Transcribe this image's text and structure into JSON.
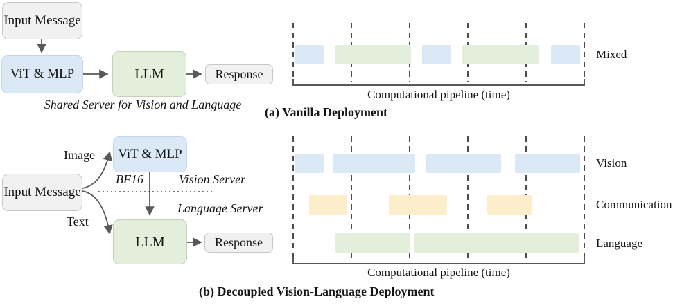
{
  "colors": {
    "vision": "#dbe9f6",
    "language": "#e3efdb",
    "communication": "#fdeecb",
    "box_gray": "#f0f1f0",
    "border_gray": "#c6c8c7",
    "border_blue": "#c3d7ec",
    "border_green": "#c4cfbc",
    "line": "#595959",
    "dash": "#4d4d4d",
    "text": "#141414"
  },
  "panel_a": {
    "caption": "(a) Vanilla Deployment",
    "flow": {
      "input_label": "Input Message",
      "vit_label": "ViT & MLP",
      "llm_label": "LLM",
      "response_label": "Response",
      "note": "Shared Server for Vision  and Language"
    },
    "timeline": {
      "row_label": "Mixed",
      "axis_label": "Computational pipeline (time)",
      "blocks": [
        {
          "kind": "vision",
          "start": 0.007,
          "len": 0.098
        },
        {
          "kind": "language",
          "start": 0.145,
          "len": 0.26
        },
        {
          "kind": "vision",
          "start": 0.443,
          "len": 0.1
        },
        {
          "kind": "language",
          "start": 0.581,
          "len": 0.264
        },
        {
          "kind": "vision",
          "start": 0.886,
          "len": 0.1
        }
      ]
    }
  },
  "panel_b": {
    "caption": "(b) Decoupled Vision-Language Deployment",
    "flow": {
      "input_label": "Input Message",
      "vit_label": "ViT & MLP",
      "llm_label": "LLM",
      "response_label": "Response",
      "edge_image_label": "Image",
      "edge_text_label": "Text",
      "edge_bf16_label": "BF16",
      "vision_server_label": "Vision Server",
      "language_server_label": "Language Server"
    },
    "timeline": {
      "axis_label": "Computational pipeline (time)",
      "rows": [
        {
          "label": "Vision",
          "kind": "vision",
          "blocks": [
            {
              "start": 0.007,
              "len": 0.098
            },
            {
              "start": 0.136,
              "len": 0.283
            },
            {
              "start": 0.457,
              "len": 0.257
            },
            {
              "start": 0.762,
              "len": 0.224
            }
          ]
        },
        {
          "label": "Communication",
          "kind": "communication",
          "blocks": [
            {
              "start": 0.055,
              "len": 0.129
            },
            {
              "start": 0.329,
              "len": 0.2
            },
            {
              "start": 0.667,
              "len": 0.152
            }
          ]
        },
        {
          "label": "Language",
          "kind": "language",
          "blocks": [
            {
              "start": 0.145,
              "len": 0.257
            },
            {
              "start": 0.417,
              "len": 0.564
            }
          ]
        }
      ]
    }
  }
}
